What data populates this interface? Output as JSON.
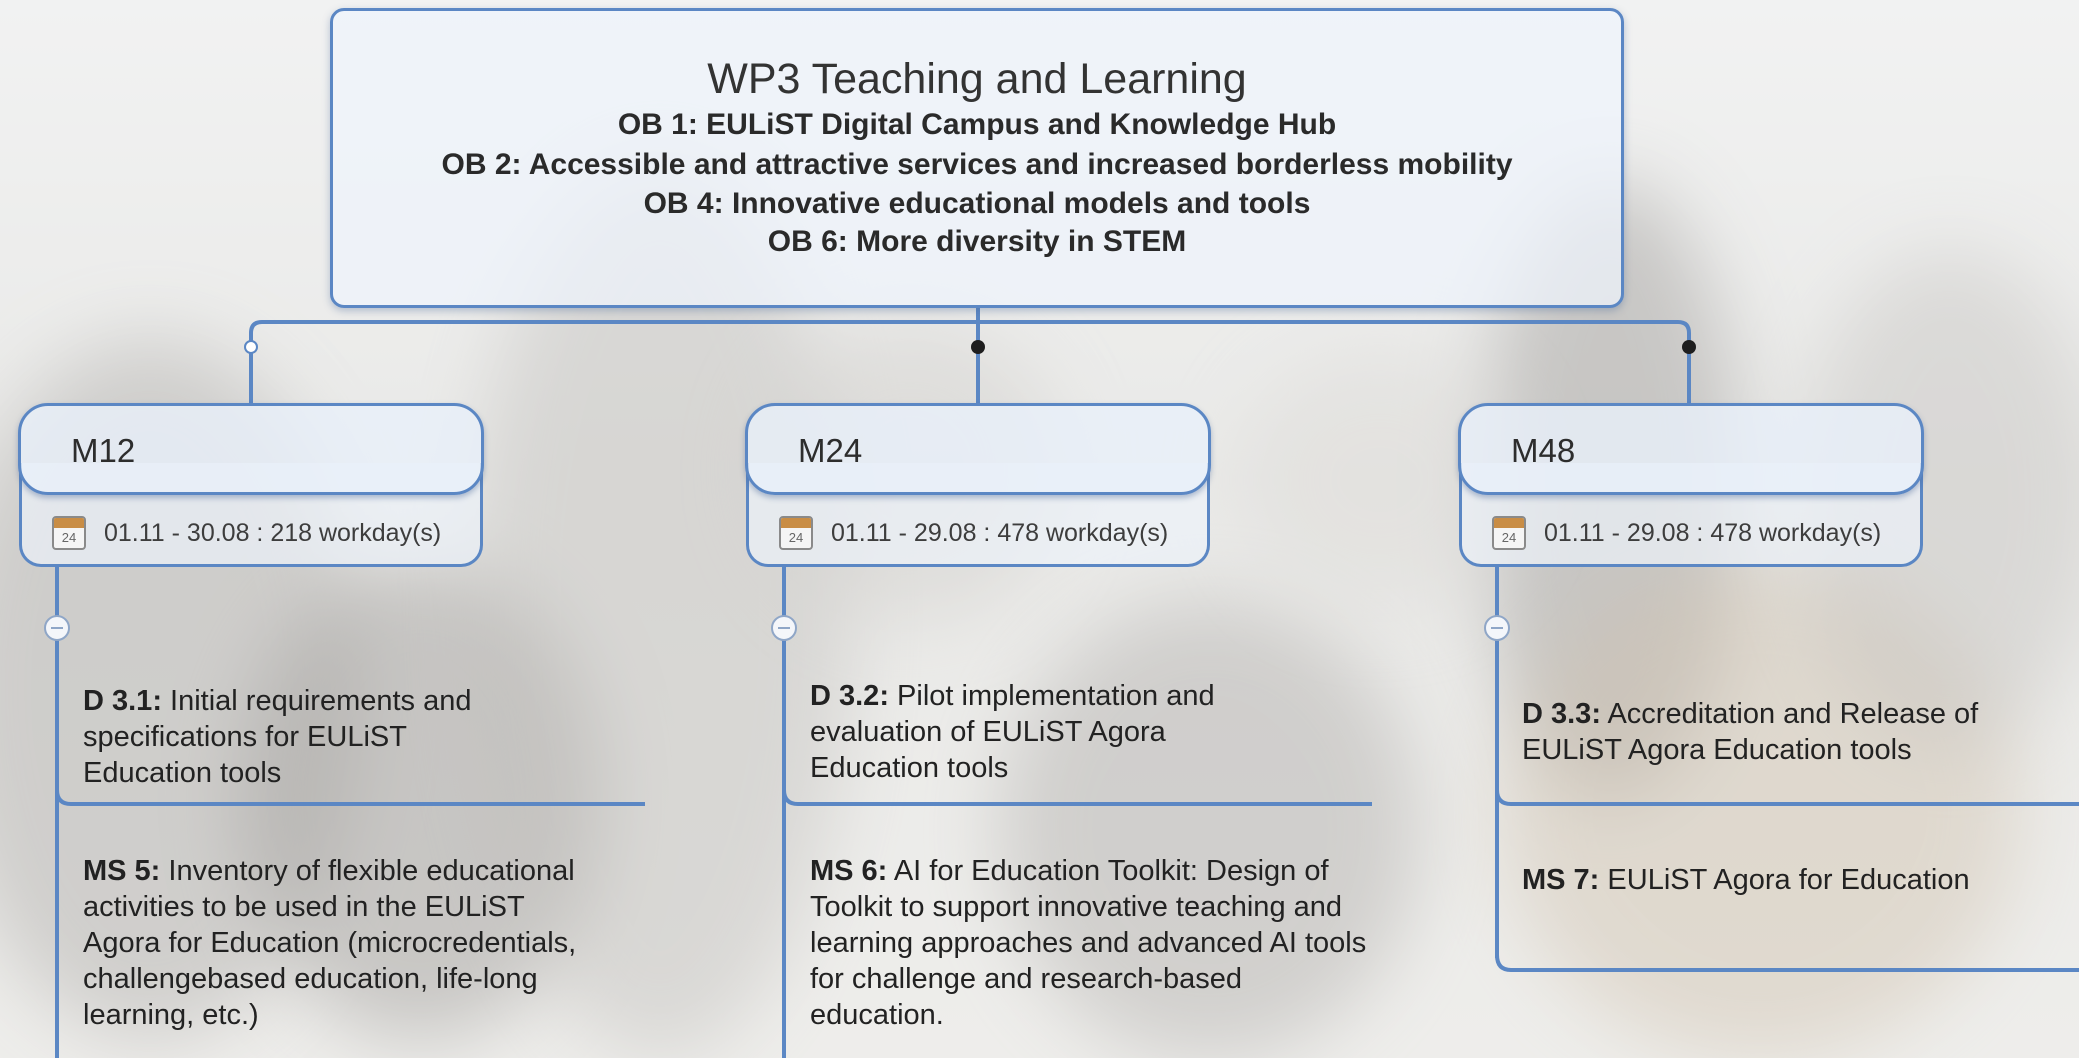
{
  "root": {
    "title": "WP3 Teaching and Learning",
    "objectives": [
      "OB 1: EULiST Digital Campus and Knowledge Hub",
      "OB 2: Accessible and attractive services and increased borderless mobility",
      "OB 4: Innovative educational models and tools",
      "OB 6: More diversity in STEM"
    ]
  },
  "milestones": [
    {
      "title": "M12",
      "icon": "calendar-icon",
      "calendar_day": "24",
      "date": "01.11 - 30.08 : 218 workday(s)",
      "deliverable": {
        "code": "D 3.1:",
        "text": "Initial requirements and specifications for EULiST Education tools"
      },
      "milestone": {
        "code": "MS 5:",
        "text": "Inventory of flexible educational activities to be used in the EULiST Agora for Education (microcredentials, challengebased education, life-long learning, etc.)"
      }
    },
    {
      "title": "M24",
      "icon": "calendar-icon",
      "calendar_day": "24",
      "date": "01.11 - 29.08 : 478 workday(s)",
      "deliverable": {
        "code": "D 3.2:",
        "text": "Pilot implementation and evaluation of EULiST Agora Education tools"
      },
      "milestone": {
        "code": "MS 6:",
        "text": "AI for Education Toolkit: Design of Toolkit to support innovative teaching and learning approaches and advanced AI tools for challenge and research-based education."
      }
    },
    {
      "title": "M48",
      "icon": "calendar-icon",
      "calendar_day": "24",
      "date": "01.11 - 29.08 : 478 workday(s)",
      "deliverable": {
        "code": "D 3.3:",
        "text": "Accreditation and Release of EULiST Agora Education tools"
      },
      "milestone": {
        "code": "MS 7:",
        "text": "EULiST Agora for Education"
      }
    }
  ],
  "colors": {
    "line": "#5b87c4",
    "box_border": "#5b87c4",
    "calendar_accent": "#c98d45"
  }
}
